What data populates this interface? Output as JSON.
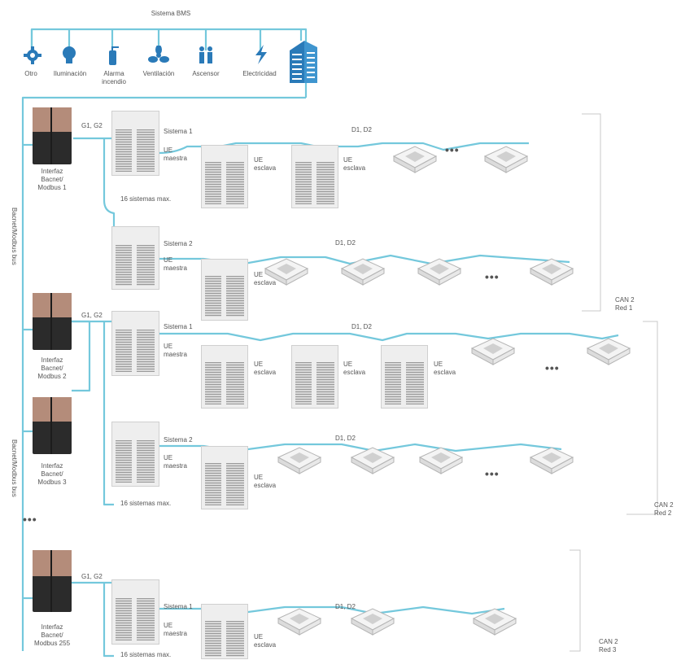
{
  "bms": {
    "title": "Sistema BMS",
    "items": {
      "otro": "Otro",
      "iluminacion": "Iluminación",
      "alarma": "Alarma\nincendio",
      "ventilacion": "Ventilación",
      "ascensor": "Ascensor",
      "electricidad": "Electricidad"
    }
  },
  "bus": {
    "label_top": "Bacnet/Modbus bus",
    "label_bottom": "Bacnet/Modbus bus"
  },
  "interfaces": {
    "i1": "Interfaz\nBacnet/\nModbus 1",
    "i2": "Interfaz\nBacnet/\nModbus 2",
    "i3": "Interfaz\nBacnet/\nModbus 3",
    "i255": "Interfaz\nBacnet/\nModbus 255",
    "gap_dots": "•••"
  },
  "labels": {
    "g1g2": "G1, G2",
    "d1d2": "D1, D2",
    "sistema1": "Sistema 1",
    "sistema2": "Sistema 2",
    "ue_maestra": "UE\nmaestra",
    "ue_esclava": "UE\nesclava",
    "max16": "16 sistemas max.",
    "dots": "•••"
  },
  "networks": {
    "red1": "CAN 2\nRed 1",
    "red2": "CAN 2\nRed 2",
    "red3": "CAN 2\nRed 3"
  },
  "colors": {
    "wire": "#74c8dc",
    "icon": "#2a7ab8",
    "text": "#555555"
  }
}
